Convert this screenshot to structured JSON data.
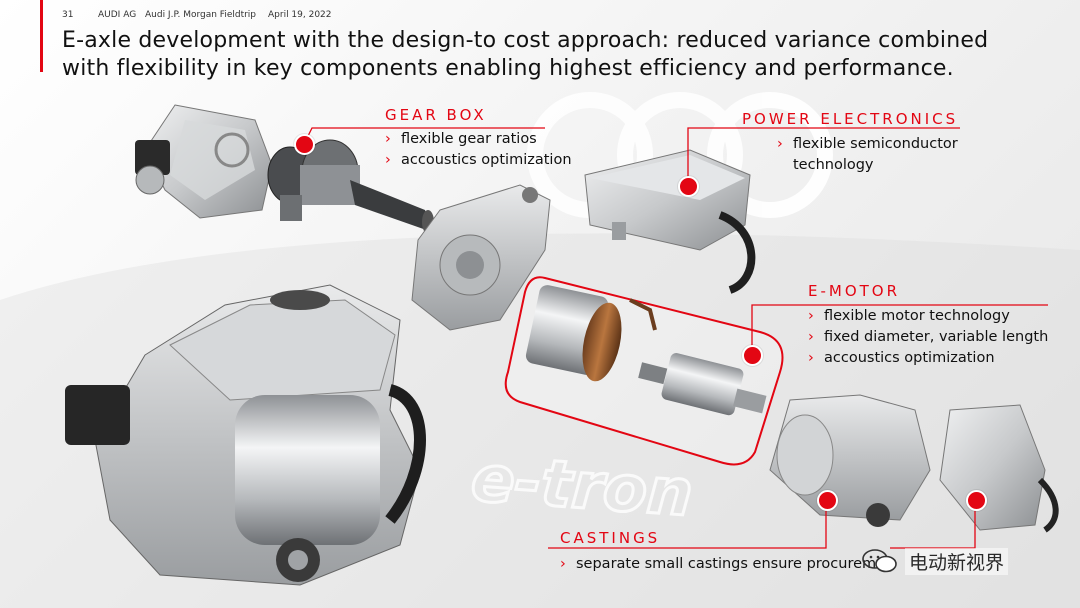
{
  "header": {
    "page_number": "31",
    "company": "AUDI AG",
    "event": "Audi J.P. Morgan Fieldtrip",
    "date": "April 19, 2022"
  },
  "title": {
    "line1": "E-axle development with the design-to cost approach: reduced variance combined",
    "line2": "with flexibility in key components enabling highest efficiency and performance."
  },
  "callouts": {
    "gear_box": {
      "label": "GEAR BOX",
      "bullets": [
        "flexible gear ratios",
        "accoustics optimization"
      ]
    },
    "power_electronics": {
      "label": "POWER ELECTRONICS",
      "bullets": [
        "flexible semiconductor",
        "technology"
      ]
    },
    "e_motor": {
      "label": "E-MOTOR",
      "bullets": [
        "flexible motor technology",
        "fixed diameter, variable length",
        "accoustics optimization"
      ]
    },
    "castings": {
      "label": "CASTINGS",
      "bullets": [
        "separate small castings ensure procurem"
      ]
    }
  },
  "background_text": "e-tron",
  "watermark": {
    "text": "电动新视界",
    "icon": "wechat-icon"
  },
  "colors": {
    "accent": "#e30613",
    "text": "#111111",
    "part_metal": "#c9cbcd"
  },
  "chevron": "›"
}
